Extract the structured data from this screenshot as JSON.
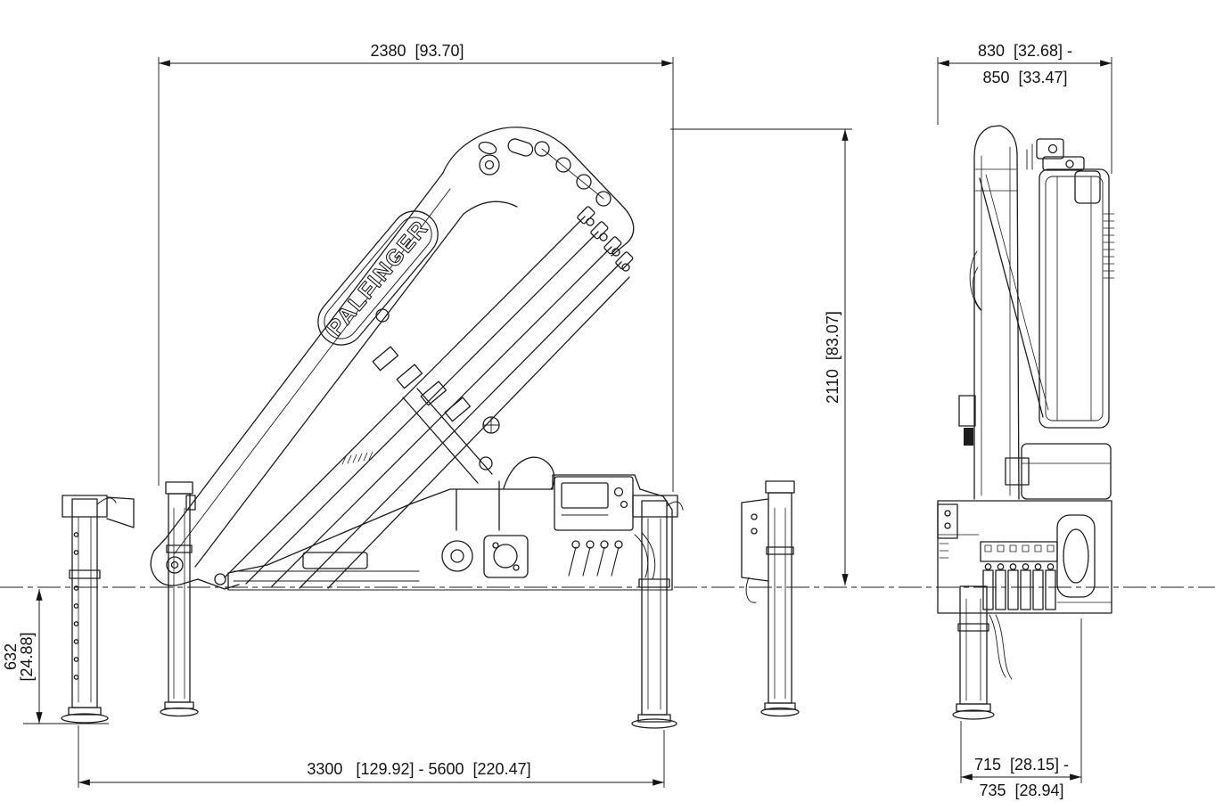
{
  "page": {
    "background": "#ffffff",
    "line_color": "#1d1d1d"
  },
  "logo": {
    "text": "PALFINGER"
  },
  "dimensions": {
    "transport_length": "2380  [93.70]",
    "width_top_line1": "830  [32.68] -",
    "width_top_line2": "850  [33.47]",
    "transport_height": "2110  [83.07]",
    "centerline_to_ground_line1": "632",
    "centerline_to_ground_line2": "[24.88]",
    "outrigger_spread": "3300   [129.92] - 5600  [220.47]",
    "rear_support_line1": "715  [28.15] -",
    "rear_support_line2": "735  [28.94]"
  }
}
